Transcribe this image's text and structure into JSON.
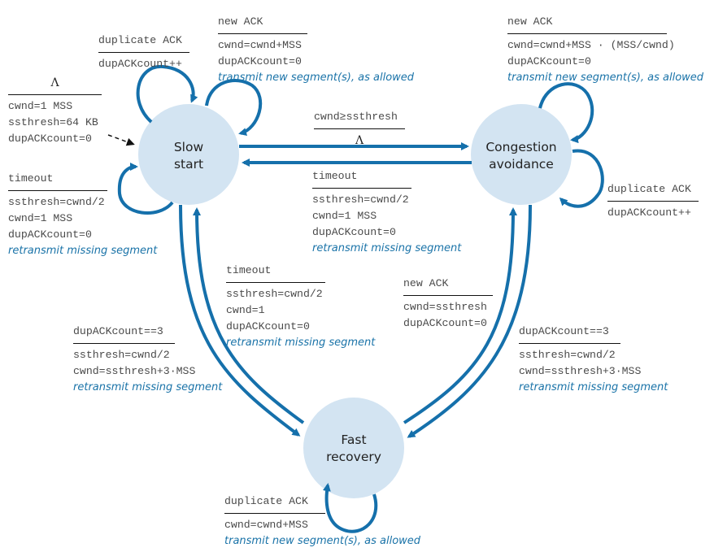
{
  "diagram": {
    "colors": {
      "state_fill": "#d3e4f2",
      "arrow": "#1570ab",
      "action_text": "#1a73a8",
      "init_arrow": "#111111"
    },
    "states": {
      "slow_start": {
        "line1": "Slow",
        "line2": "start"
      },
      "congestion_avoidance": {
        "line1": "Congestion",
        "line2": "avoidance"
      },
      "fast_recovery": {
        "line1": "Fast",
        "line2": "recovery"
      }
    },
    "init": {
      "event": "Λ",
      "actions": [
        "cwnd=1 MSS",
        "ssthresh=64 KB",
        "dupACKcount=0"
      ]
    },
    "ss_dup_ack": {
      "event": "duplicate ACK",
      "actions": [
        "dupACKcount++"
      ]
    },
    "ss_new_ack": {
      "event": "new ACK",
      "actions": [
        "cwnd=cwnd+MSS",
        "dupACKcount=0"
      ],
      "italic": "transmit new segment(s), as allowed"
    },
    "ss_timeout": {
      "event": "timeout",
      "actions": [
        "ssthresh=cwnd/2",
        "cwnd=1 MSS",
        "dupACKcount=0"
      ],
      "italic": "retransmit missing segment"
    },
    "ss_to_ca": {
      "event": "cwnd≥ssthresh",
      "actions": [
        "Λ"
      ]
    },
    "ca_to_ss": {
      "event": "timeout",
      "actions": [
        "ssthresh=cwnd/2",
        "cwnd=1 MSS",
        "dupACKcount=0"
      ],
      "italic": "retransmit missing segment"
    },
    "ca_new_ack": {
      "event": "new ACK",
      "actions": [
        "cwnd=cwnd+MSS · (MSS/cwnd)",
        "dupACKcount=0"
      ],
      "italic": "transmit new segment(s), as allowed"
    },
    "ca_dup_ack": {
      "event": "duplicate ACK",
      "actions": [
        "dupACKcount++"
      ]
    },
    "fr_to_ss": {
      "event": "timeout",
      "actions": [
        "ssthresh=cwnd/2",
        "cwnd=1",
        "dupACKcount=0"
      ],
      "italic": "retransmit missing segment"
    },
    "ss_to_fr": {
      "event": "dupACKcount==3",
      "actions": [
        "ssthresh=cwnd/2",
        "cwnd=ssthresh+3·MSS"
      ],
      "italic": "retransmit missing segment"
    },
    "fr_to_ca": {
      "event": "new ACK",
      "actions": [
        "cwnd=ssthresh",
        "dupACKcount=0"
      ]
    },
    "ca_to_fr": {
      "event": "dupACKcount==3",
      "actions": [
        "ssthresh=cwnd/2",
        "cwnd=ssthresh+3·MSS"
      ],
      "italic": "retransmit missing segment"
    },
    "fr_dup_ack": {
      "event": "duplicate ACK",
      "actions": [
        "cwnd=cwnd+MSS"
      ],
      "italic": "transmit new segment(s), as allowed"
    }
  }
}
